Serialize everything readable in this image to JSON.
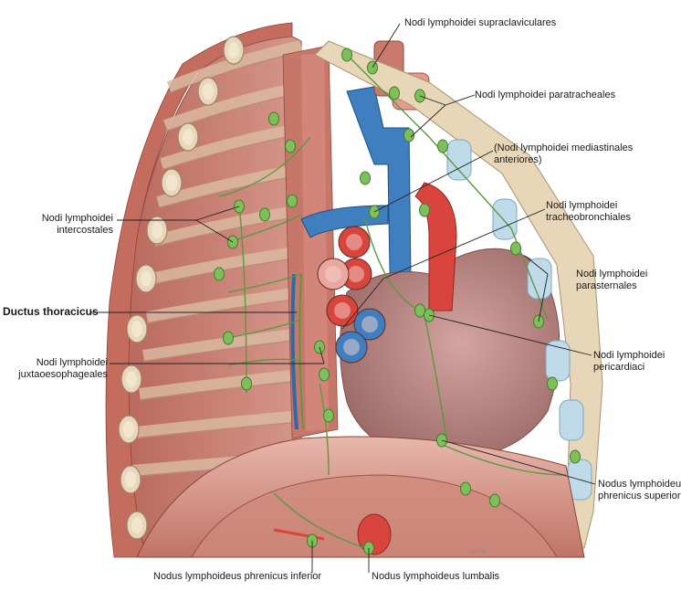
{
  "labels": {
    "supraclaviculares": "Nodi lymphoidei supraclaviculares",
    "paratracheales": "Nodi lymphoidei paratracheales",
    "mediastinales_1": "(Nodi lymphoidei mediastinales",
    "mediastinales_2": "anteriores)",
    "tracheobronchiales_1": "Nodi lymphoidei",
    "tracheobronchiales_2": "tracheobronchiales",
    "intercostales_1": "Nodi lymphoidei",
    "intercostales_2": "intercostales",
    "parasternales_1": "Nodi lymphoidei",
    "parasternales_2": "parasternales",
    "ductus": "Ductus thoracicus",
    "pericardiaci_1": "Nodi lymphoidei",
    "pericardiaci_2": "pericardiaci",
    "juxta_1": "Nodi lymphoidei",
    "juxta_2": "juxtaoesophageales",
    "phrenicus_sup_1": "Nodus lymphoideus",
    "phrenicus_sup_2": "phrenicus superior",
    "phrenicus_inf": "Nodus lymphoideus phrenicus inferior",
    "lumbalis": "Nodus lymphoideus lumbalis",
    "watermark": "skibe"
  },
  "colors": {
    "muscle": "#c8766a",
    "muscle_dark": "#a4564b",
    "rib": "#e8d6bd",
    "vein": "#3f7fc0",
    "artery": "#d9453d",
    "node": "#7fbf5a",
    "node_stroke": "#3f7d2e",
    "lymph_vessel": "#5a9a3c",
    "cartilage": "#bfdbe9",
    "heart": "#b98a86",
    "leader": "#222222"
  }
}
